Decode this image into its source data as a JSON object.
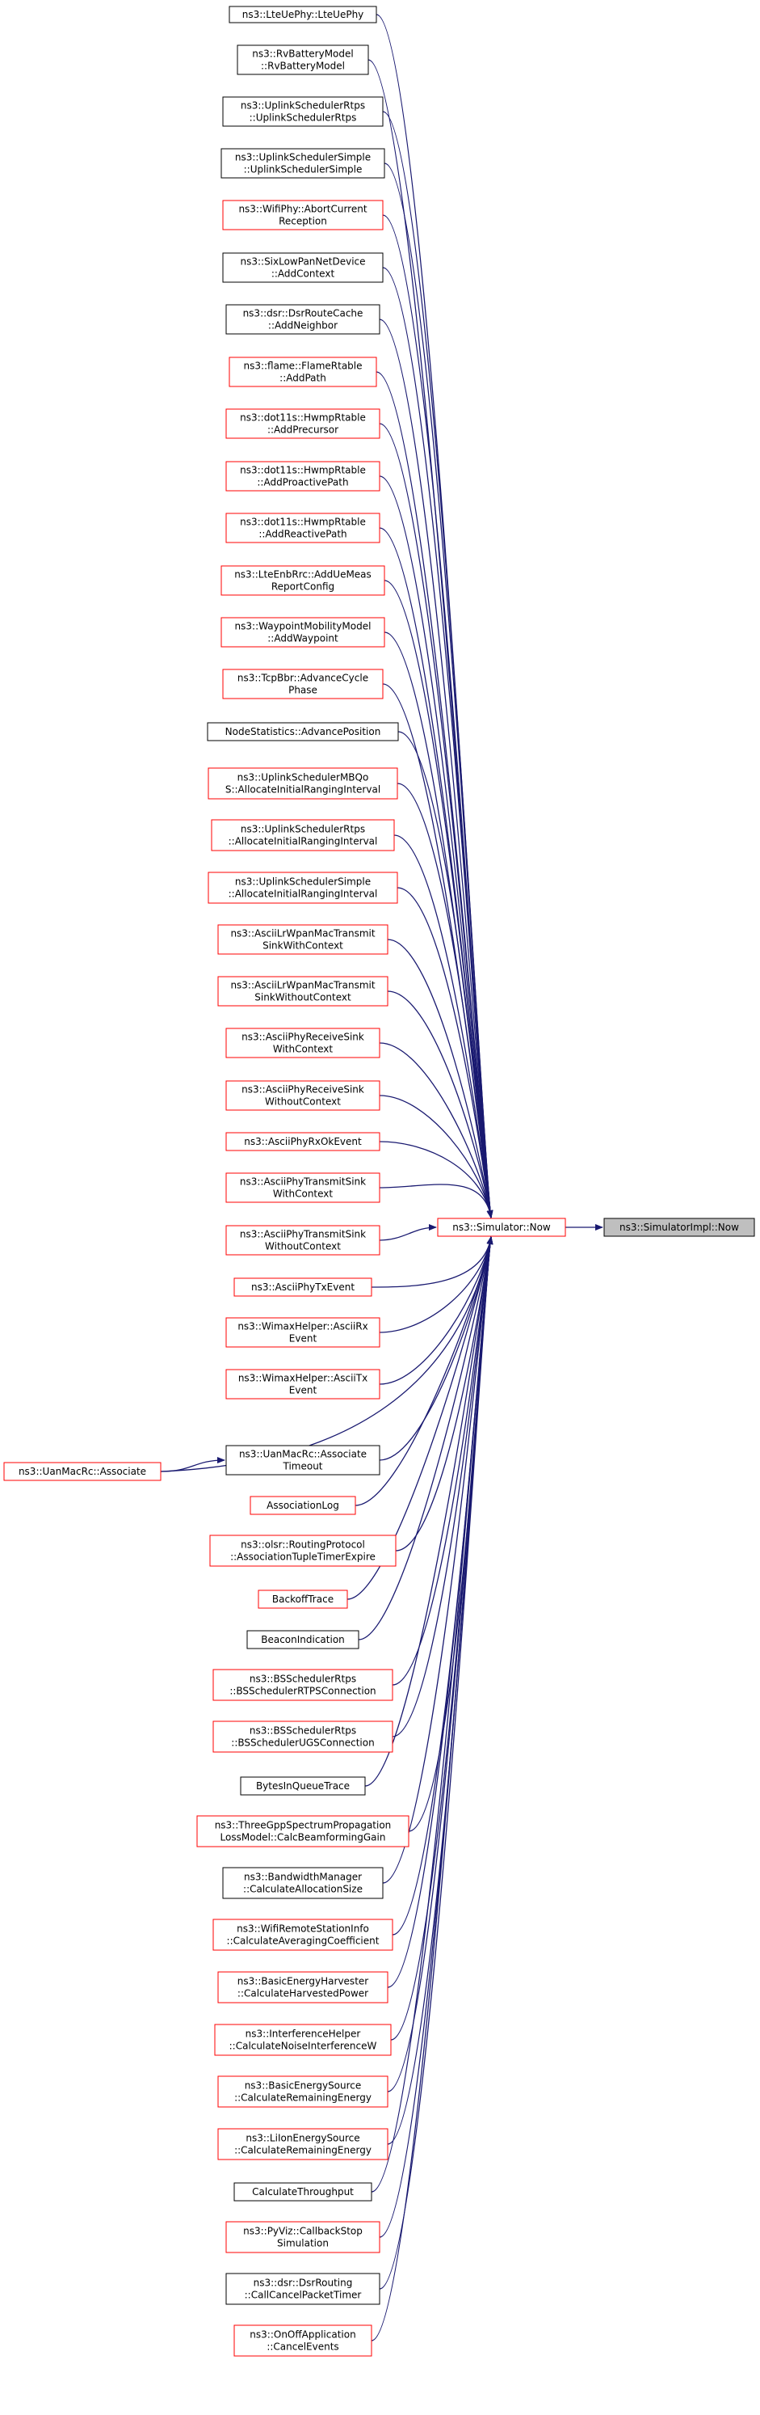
{
  "graph": {
    "target": {
      "id": "target",
      "lines": [
        "ns3::SimulatorImpl::Now"
      ],
      "style": "gray"
    },
    "hub": {
      "id": "hub",
      "lines": [
        "ns3::Simulator::Now"
      ],
      "style": "red"
    },
    "side": {
      "id": "uanmacrc-associate",
      "lines": [
        "ns3::UanMacRc::Associate"
      ],
      "style": "red"
    },
    "callers": [
      {
        "id": "n0",
        "lines": [
          "ns3::LteUePhy::LteUePhy"
        ],
        "style": "black"
      },
      {
        "id": "n1",
        "lines": [
          "ns3::RvBatteryModel",
          "::RvBatteryModel"
        ],
        "style": "black"
      },
      {
        "id": "n2",
        "lines": [
          "ns3::UplinkSchedulerRtps",
          "::UplinkSchedulerRtps"
        ],
        "style": "black"
      },
      {
        "id": "n3",
        "lines": [
          "ns3::UplinkSchedulerSimple",
          "::UplinkSchedulerSimple"
        ],
        "style": "black"
      },
      {
        "id": "n4",
        "lines": [
          "ns3::WifiPhy::AbortCurrent",
          "Reception"
        ],
        "style": "red"
      },
      {
        "id": "n5",
        "lines": [
          "ns3::SixLowPanNetDevice",
          "::AddContext"
        ],
        "style": "black"
      },
      {
        "id": "n6",
        "lines": [
          "ns3::dsr::DsrRouteCache",
          "::AddNeighbor"
        ],
        "style": "black"
      },
      {
        "id": "n7",
        "lines": [
          "ns3::flame::FlameRtable",
          "::AddPath"
        ],
        "style": "red"
      },
      {
        "id": "n8",
        "lines": [
          "ns3::dot11s::HwmpRtable",
          "::AddPrecursor"
        ],
        "style": "red"
      },
      {
        "id": "n9",
        "lines": [
          "ns3::dot11s::HwmpRtable",
          "::AddProactivePath"
        ],
        "style": "red"
      },
      {
        "id": "n10",
        "lines": [
          "ns3::dot11s::HwmpRtable",
          "::AddReactivePath"
        ],
        "style": "red"
      },
      {
        "id": "n11",
        "lines": [
          "ns3::LteEnbRrc::AddUeMeas",
          "ReportConfig"
        ],
        "style": "red"
      },
      {
        "id": "n12",
        "lines": [
          "ns3::WaypointMobilityModel",
          "::AddWaypoint"
        ],
        "style": "red"
      },
      {
        "id": "n13",
        "lines": [
          "ns3::TcpBbr::AdvanceCycle",
          "Phase"
        ],
        "style": "red"
      },
      {
        "id": "n14",
        "lines": [
          "NodeStatistics::AdvancePosition"
        ],
        "style": "black"
      },
      {
        "id": "n15",
        "lines": [
          "ns3::UplinkSchedulerMBQo",
          "S::AllocateInitialRangingInterval"
        ],
        "style": "red"
      },
      {
        "id": "n16",
        "lines": [
          "ns3::UplinkSchedulerRtps",
          "::AllocateInitialRangingInterval"
        ],
        "style": "red"
      },
      {
        "id": "n17",
        "lines": [
          "ns3::UplinkSchedulerSimple",
          "::AllocateInitialRangingInterval"
        ],
        "style": "red"
      },
      {
        "id": "n18",
        "lines": [
          "ns3::AsciiLrWpanMacTransmit",
          "SinkWithContext"
        ],
        "style": "red"
      },
      {
        "id": "n19",
        "lines": [
          "ns3::AsciiLrWpanMacTransmit",
          "SinkWithoutContext"
        ],
        "style": "red"
      },
      {
        "id": "n20",
        "lines": [
          "ns3::AsciiPhyReceiveSink",
          "WithContext"
        ],
        "style": "red"
      },
      {
        "id": "n21",
        "lines": [
          "ns3::AsciiPhyReceiveSink",
          "WithoutContext"
        ],
        "style": "red"
      },
      {
        "id": "n22",
        "lines": [
          "ns3::AsciiPhyRxOkEvent"
        ],
        "style": "red"
      },
      {
        "id": "n23",
        "lines": [
          "ns3::AsciiPhyTransmitSink",
          "WithContext"
        ],
        "style": "red"
      },
      {
        "id": "n24",
        "lines": [
          "ns3::AsciiPhyTransmitSink",
          "WithoutContext"
        ],
        "style": "red"
      },
      {
        "id": "n25",
        "lines": [
          "ns3::AsciiPhyTxEvent"
        ],
        "style": "red"
      },
      {
        "id": "n26",
        "lines": [
          "ns3::WimaxHelper::AsciiRx",
          "Event"
        ],
        "style": "red"
      },
      {
        "id": "n27",
        "lines": [
          "ns3::WimaxHelper::AsciiTx",
          "Event"
        ],
        "style": "red"
      },
      {
        "id": "n28",
        "lines": [
          "ns3::UanMacRc::Associate",
          "Timeout"
        ],
        "style": "black"
      },
      {
        "id": "n29",
        "lines": [
          "AssociationLog"
        ],
        "style": "red"
      },
      {
        "id": "n30",
        "lines": [
          "ns3::olsr::RoutingProtocol",
          "::AssociationTupleTimerExpire"
        ],
        "style": "red"
      },
      {
        "id": "n31",
        "lines": [
          "BackoffTrace"
        ],
        "style": "red"
      },
      {
        "id": "n32",
        "lines": [
          "BeaconIndication"
        ],
        "style": "black"
      },
      {
        "id": "n33",
        "lines": [
          "ns3::BSSchedulerRtps",
          "::BSSchedulerRTPSConnection"
        ],
        "style": "red"
      },
      {
        "id": "n34",
        "lines": [
          "ns3::BSSchedulerRtps",
          "::BSSchedulerUGSConnection"
        ],
        "style": "red"
      },
      {
        "id": "n35",
        "lines": [
          "BytesInQueueTrace"
        ],
        "style": "black"
      },
      {
        "id": "n36",
        "lines": [
          "ns3::ThreeGppSpectrumPropagation",
          "LossModel::CalcBeamformingGain"
        ],
        "style": "red"
      },
      {
        "id": "n37",
        "lines": [
          "ns3::BandwidthManager",
          "::CalculateAllocationSize"
        ],
        "style": "black"
      },
      {
        "id": "n38",
        "lines": [
          "ns3::WifiRemoteStationInfo",
          "::CalculateAveragingCoefficient"
        ],
        "style": "red"
      },
      {
        "id": "n39",
        "lines": [
          "ns3::BasicEnergyHarvester",
          "::CalculateHarvestedPower"
        ],
        "style": "red"
      },
      {
        "id": "n40",
        "lines": [
          "ns3::InterferenceHelper",
          "::CalculateNoiseInterferenceW"
        ],
        "style": "red"
      },
      {
        "id": "n41",
        "lines": [
          "ns3::BasicEnergySource",
          "::CalculateRemainingEnergy"
        ],
        "style": "red"
      },
      {
        "id": "n42",
        "lines": [
          "ns3::LiIonEnergySource",
          "::CalculateRemainingEnergy"
        ],
        "style": "red"
      },
      {
        "id": "n43",
        "lines": [
          "CalculateThroughput"
        ],
        "style": "black"
      },
      {
        "id": "n44",
        "lines": [
          "ns3::PyViz::CallbackStop",
          "Simulation"
        ],
        "style": "red"
      },
      {
        "id": "n45",
        "lines": [
          "ns3::dsr::DsrRouting",
          "::CallCancelPacketTimer"
        ],
        "style": "black"
      },
      {
        "id": "n46",
        "lines": [
          "ns3::OnOffApplication",
          "::CancelEvents"
        ],
        "style": "red"
      }
    ]
  },
  "colors": {
    "edge": "#191970",
    "border_red": "#ff0000",
    "border_black": "#000000",
    "target_fill": "#bfbfbf"
  }
}
